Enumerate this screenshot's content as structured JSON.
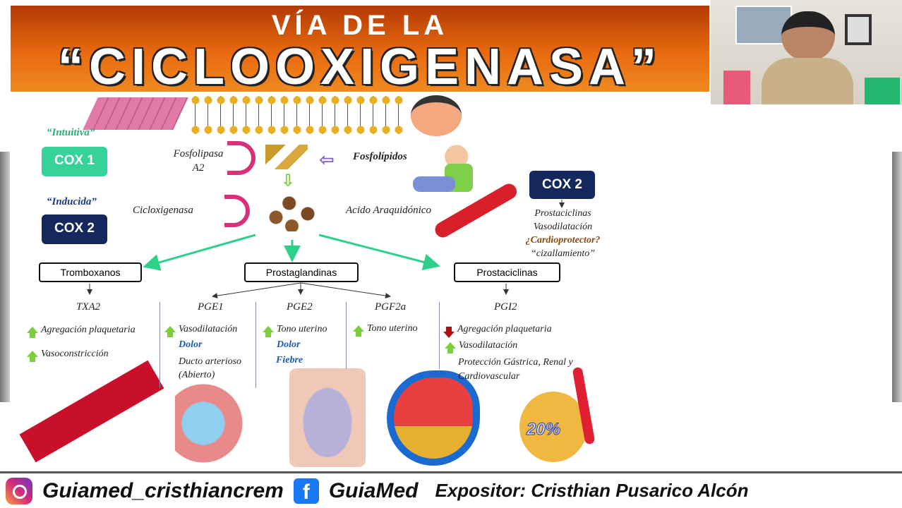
{
  "title": {
    "line1": "VÍA DE LA",
    "line2": "“CICLOOXIGENASA”"
  },
  "left": {
    "intuitiva": "“Intuitiva”",
    "cox1": "COX 1",
    "inducida": "“Inducida”",
    "cox2": "COX 2"
  },
  "center": {
    "fosfolipasa": "Fosfolipasa A2",
    "fosfolipidos": "Fosfolípidos",
    "cicloxigenasa": "Cicloxigenasa",
    "acido": "Acido Araquidónico"
  },
  "right_note": {
    "cox2": "COX 2",
    "lines": [
      "Prostaciclinas",
      "Vasodilatación"
    ],
    "cardio": "¿Cardioprotector?",
    "ciz": "“cizallamiento”"
  },
  "boxes": {
    "tromboxanos": "Tromboxanos",
    "prostaglandinas": "Prostaglandinas",
    "prostaciclinas": "Prostaciclinas"
  },
  "columns": [
    {
      "name": "TXA2",
      "items": [
        "Agregación plaquetaria",
        "Vasoconstricción"
      ]
    },
    {
      "name": "PGE1",
      "item": "Vasodilatación",
      "bold": "Dolor",
      "extra": "Ducto arterioso (Abierto)"
    },
    {
      "name": "PGE2",
      "item": "Tono uterino",
      "bold1": "Dolor",
      "bold2": "Fiebre"
    },
    {
      "name": "PGF2a",
      "item": "Tono uterino"
    },
    {
      "name": "PGI2",
      "down": "Agregación plaquetaria",
      "up": "Vasodilatación",
      "extra": "Protección Gástrica, Renal y Cardiovascular"
    }
  ],
  "kidney_label": "20%",
  "footer": {
    "instagram": "Guiamed_cristhiancrem",
    "facebook": "GuiaMed",
    "facebook_icon": "f",
    "expositor": "Expositor: Cristhian Pusarico Alcón"
  }
}
